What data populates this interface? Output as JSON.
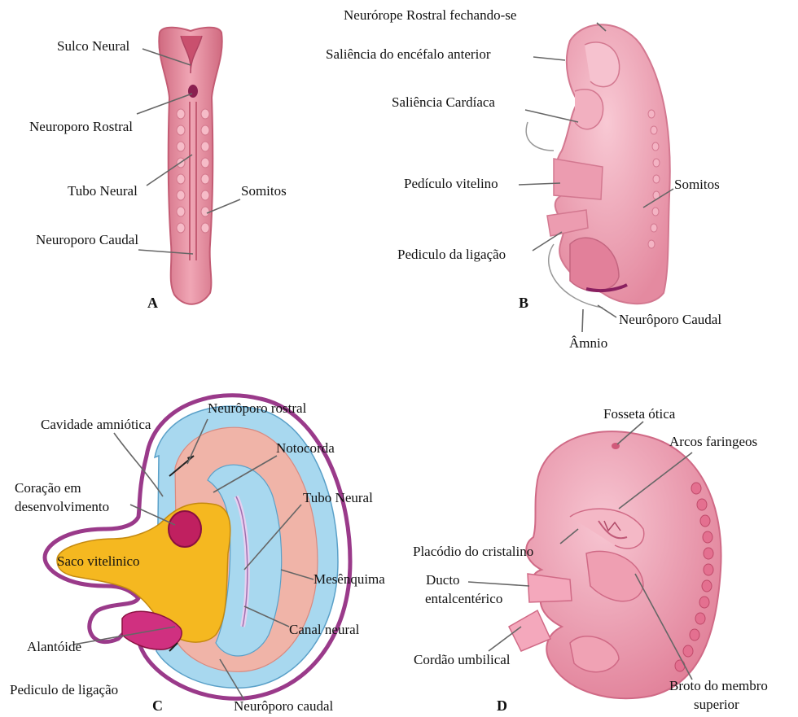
{
  "panels": {
    "A": {
      "letter": "A",
      "labels": {
        "sulco_neural": "Sulco Neural",
        "neuroporo_rostral": "Neuroporo Rostral",
        "tubo_neural": "Tubo Neural",
        "somitos": "Somitos",
        "neuroporo_caudal": "Neuroporo Caudal"
      }
    },
    "B": {
      "letter": "B",
      "labels": {
        "neuroropo_rostral": "Neurórope Rostral fechando-se",
        "saliencia_encefalo": "Saliência do encéfalo anterior",
        "saliencia_cardiaca": "Saliência Cardíaca",
        "pediculo_vitelino": "Pedículo vitelino",
        "somitos": "Somitos",
        "pediculo_ligacao": "Pediculo da ligação",
        "neuroporo_caudal": "Neurôporo Caudal",
        "amnio": "Âmnio"
      }
    },
    "C": {
      "letter": "C",
      "labels": {
        "cavidade_amniotica": "Cavidade amniótica",
        "neuroporo_rostral": "Neurôporo rostral",
        "notocorda": "Notocorda",
        "coracao_l1": "Coração em",
        "coracao_l2": "desenvolvimento",
        "tubo_neural": "Tubo Neural",
        "saco_vitelinico": "Saco vitelinico",
        "mesenquima": "Mesênquima",
        "canal_neural": "Canal neural",
        "alantoide": "Alantóide",
        "pediculo_ligacao": "Pediculo de ligação",
        "neuroporo_caudal": "Neurôporo caudal"
      }
    },
    "D": {
      "letter": "D",
      "labels": {
        "fosseta_otica": "Fosseta ótica",
        "arcos_faringeos": "Arcos faringeos",
        "placodio_cristalino": "Placódio do cristalino",
        "ducto_l1": "Ducto",
        "ducto_l2": "entalcentérico",
        "cordao_umbilical": "Cordão umbilical",
        "broto_l1": "Broto do membro",
        "broto_l2": "superior"
      }
    }
  },
  "colors": {
    "embryo_pink": "#e8899a",
    "embryo_light": "#f2b3c0",
    "yolk": "#f5b820",
    "amnion_blue": "#a8d8ef",
    "mesenchyme": "#f0b4a8",
    "magenta": "#b0286e",
    "purple_border": "#9a3a8a"
  }
}
